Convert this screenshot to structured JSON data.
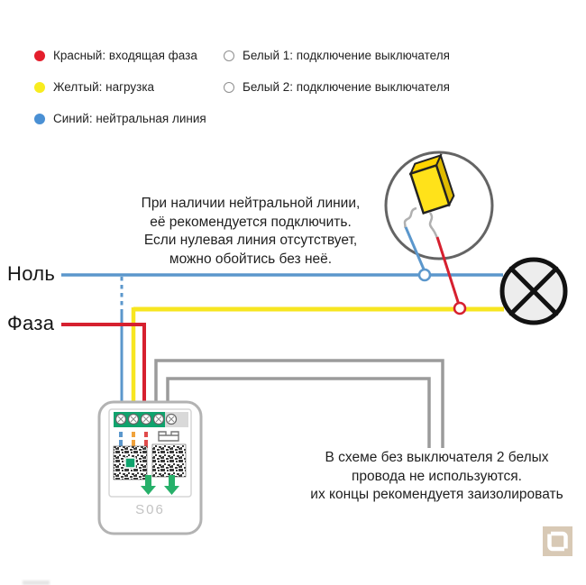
{
  "legend": {
    "items": [
      {
        "label": "Красный: входящая фаза",
        "dot_style": "background:#e41e2c"
      },
      {
        "label": "Желтый: нагрузка",
        "dot_style": "background:#f8ec1f"
      },
      {
        "label": "Синий: нейтральная линия",
        "dot_style": "background:#4a90d4"
      },
      {
        "label": "Белый 1: подключение выключателя",
        "dot_style": "background:#ffffff;border:1.5px solid #8f8f8f"
      },
      {
        "label": "Белый 2: подключение выключателя",
        "dot_style": "background:#ffffff;border:1.5px solid #8f8f8f"
      }
    ]
  },
  "wire_labels": {
    "neutral": "Ноль",
    "phase": "Фаза"
  },
  "device": {
    "model": "S06"
  },
  "notes": {
    "neutral": {
      "line1": "При наличии нейтральной линии,",
      "line2": "её рекомендуется подключить.",
      "line3": "Если нулевая линия отсутствует,",
      "line4": "можно обойтись без неё."
    },
    "unused_white_wires": {
      "line1": "В схеме без выключателя 2 белых",
      "line2": "провода не используются.",
      "line3": "их концы рекомендуетя заизолировать"
    }
  },
  "colors": {
    "phase_wire": "#d6202f",
    "load_wire": "#f7e620",
    "neutral_wire": "#5b97cc",
    "switch_leads": "#9b9b9b",
    "terminal_block_green": "#0fa36d",
    "lamp_fill": "#ededed",
    "logo_background": "#d8c9b5"
  }
}
